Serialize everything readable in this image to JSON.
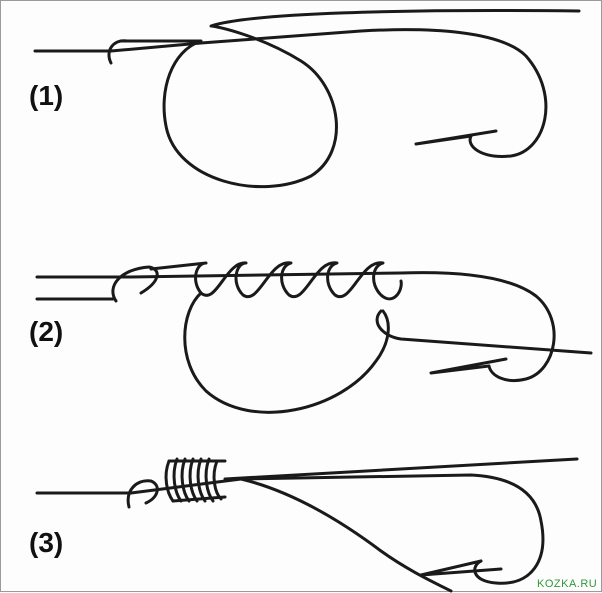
{
  "steps": [
    {
      "label": "(1)"
    },
    {
      "label": "(2)"
    },
    {
      "label": "(3)"
    }
  ],
  "watermark": "KOZKA.RU",
  "colors": {
    "ink": "#1a1a1a",
    "background": "#fdfdfd",
    "watermark": "#2e9a3a"
  }
}
